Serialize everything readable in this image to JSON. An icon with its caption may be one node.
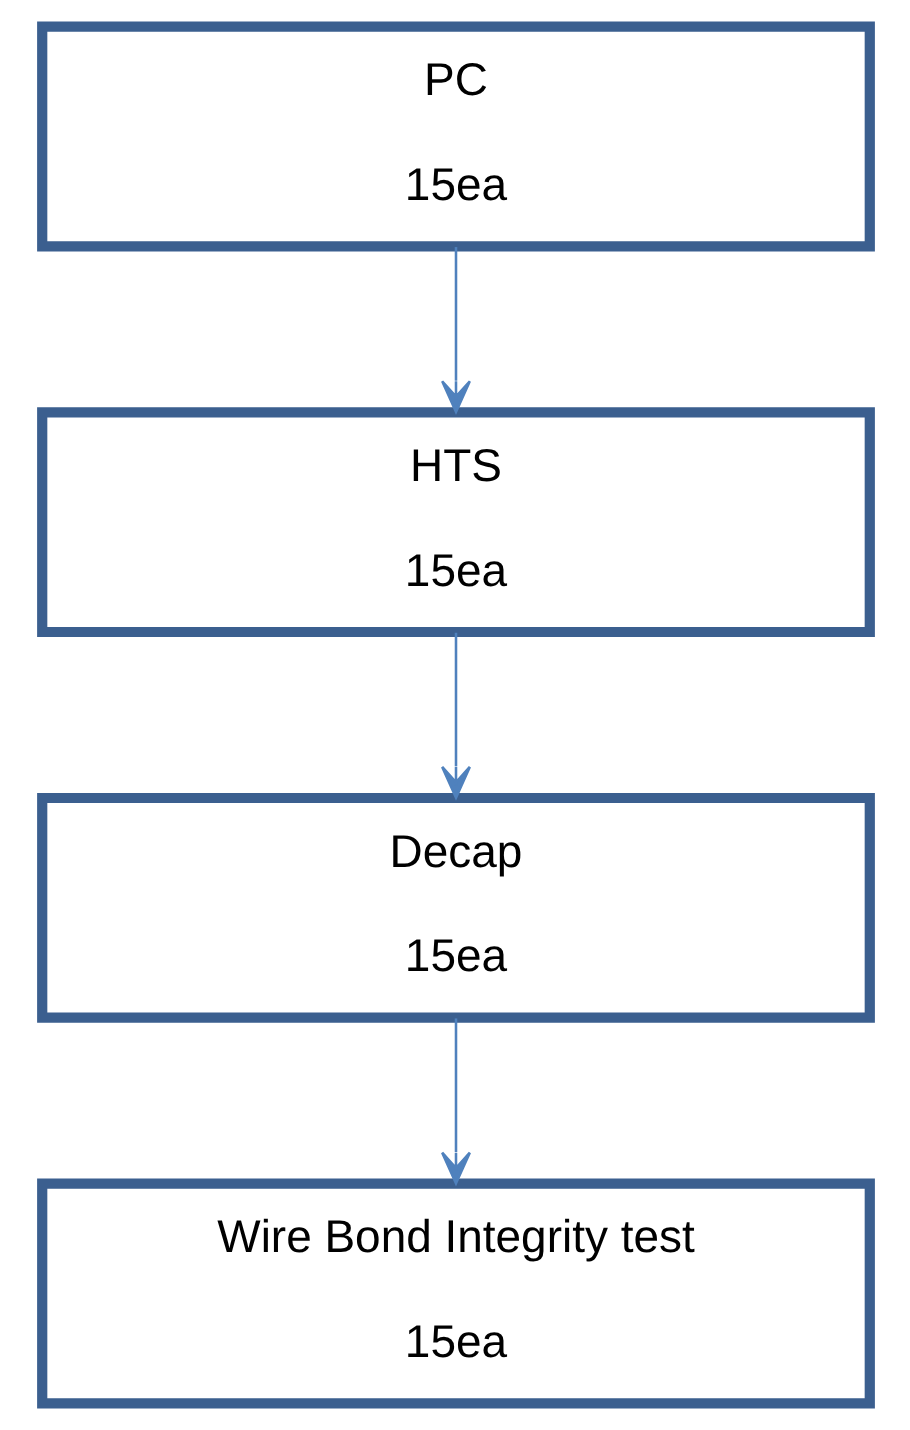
{
  "diagram": {
    "nodes": [
      {
        "text": [
          "PC",
          "15ea"
        ]
      },
      {
        "text": [
          "HTS",
          "15ea"
        ]
      },
      {
        "text": [
          "Decap",
          "15ea"
        ]
      },
      {
        "text": [
          "Wire Bond Integrity test",
          "15ea"
        ]
      }
    ],
    "edges": [
      {
        "from": 0,
        "to": 1,
        "arrow": "to"
      },
      {
        "from": 1,
        "to": 2,
        "arrow": "to"
      },
      {
        "from": 2,
        "to": 3,
        "arrow": "to"
      }
    ]
  }
}
